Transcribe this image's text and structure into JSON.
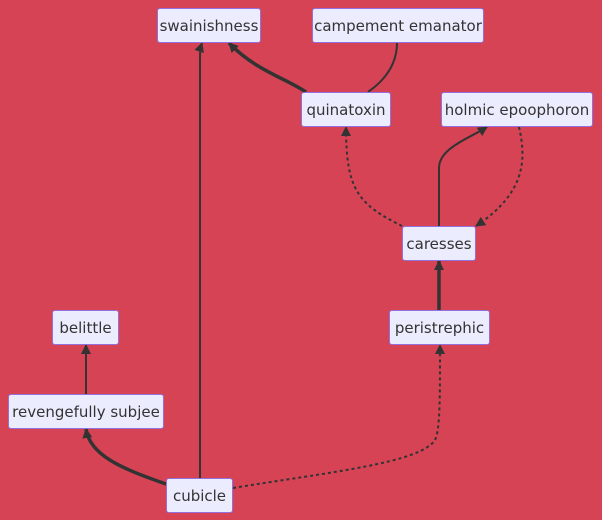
{
  "diagram": {
    "type": "flowchart",
    "colors": {
      "background": "#d54355",
      "node_fill": "#ececff",
      "node_border": "#9370db",
      "edge": "#333333"
    },
    "nodes": {
      "swainishness": "swainishness",
      "campement": "campement emanator",
      "quinatoxin": "quinatoxin",
      "holmic": "holmic epoophoron",
      "caresses": "caresses",
      "peristrephic": "peristrephic",
      "belittle": "belittle",
      "revengefully": "revengefully subjee",
      "cubicle": "cubicle"
    },
    "edges": [
      {
        "from": "quinatoxin",
        "to": "swainishness",
        "style": "thick"
      },
      {
        "from": "quinatoxin",
        "to": "campement",
        "style": "normal",
        "arrow": false
      },
      {
        "from": "caresses",
        "to": "quinatoxin",
        "style": "dotted"
      },
      {
        "from": "caresses",
        "to": "holmic",
        "style": "normal"
      },
      {
        "from": "holmic",
        "to": "caresses",
        "style": "dotted"
      },
      {
        "from": "peristrephic",
        "to": "caresses",
        "style": "thick"
      },
      {
        "from": "cubicle",
        "to": "peristrephic",
        "style": "dotted"
      },
      {
        "from": "cubicle",
        "to": "swainishness",
        "style": "normal"
      },
      {
        "from": "cubicle",
        "to": "revengefully",
        "style": "thick"
      },
      {
        "from": "revengefully",
        "to": "belittle",
        "style": "normal"
      }
    ]
  }
}
